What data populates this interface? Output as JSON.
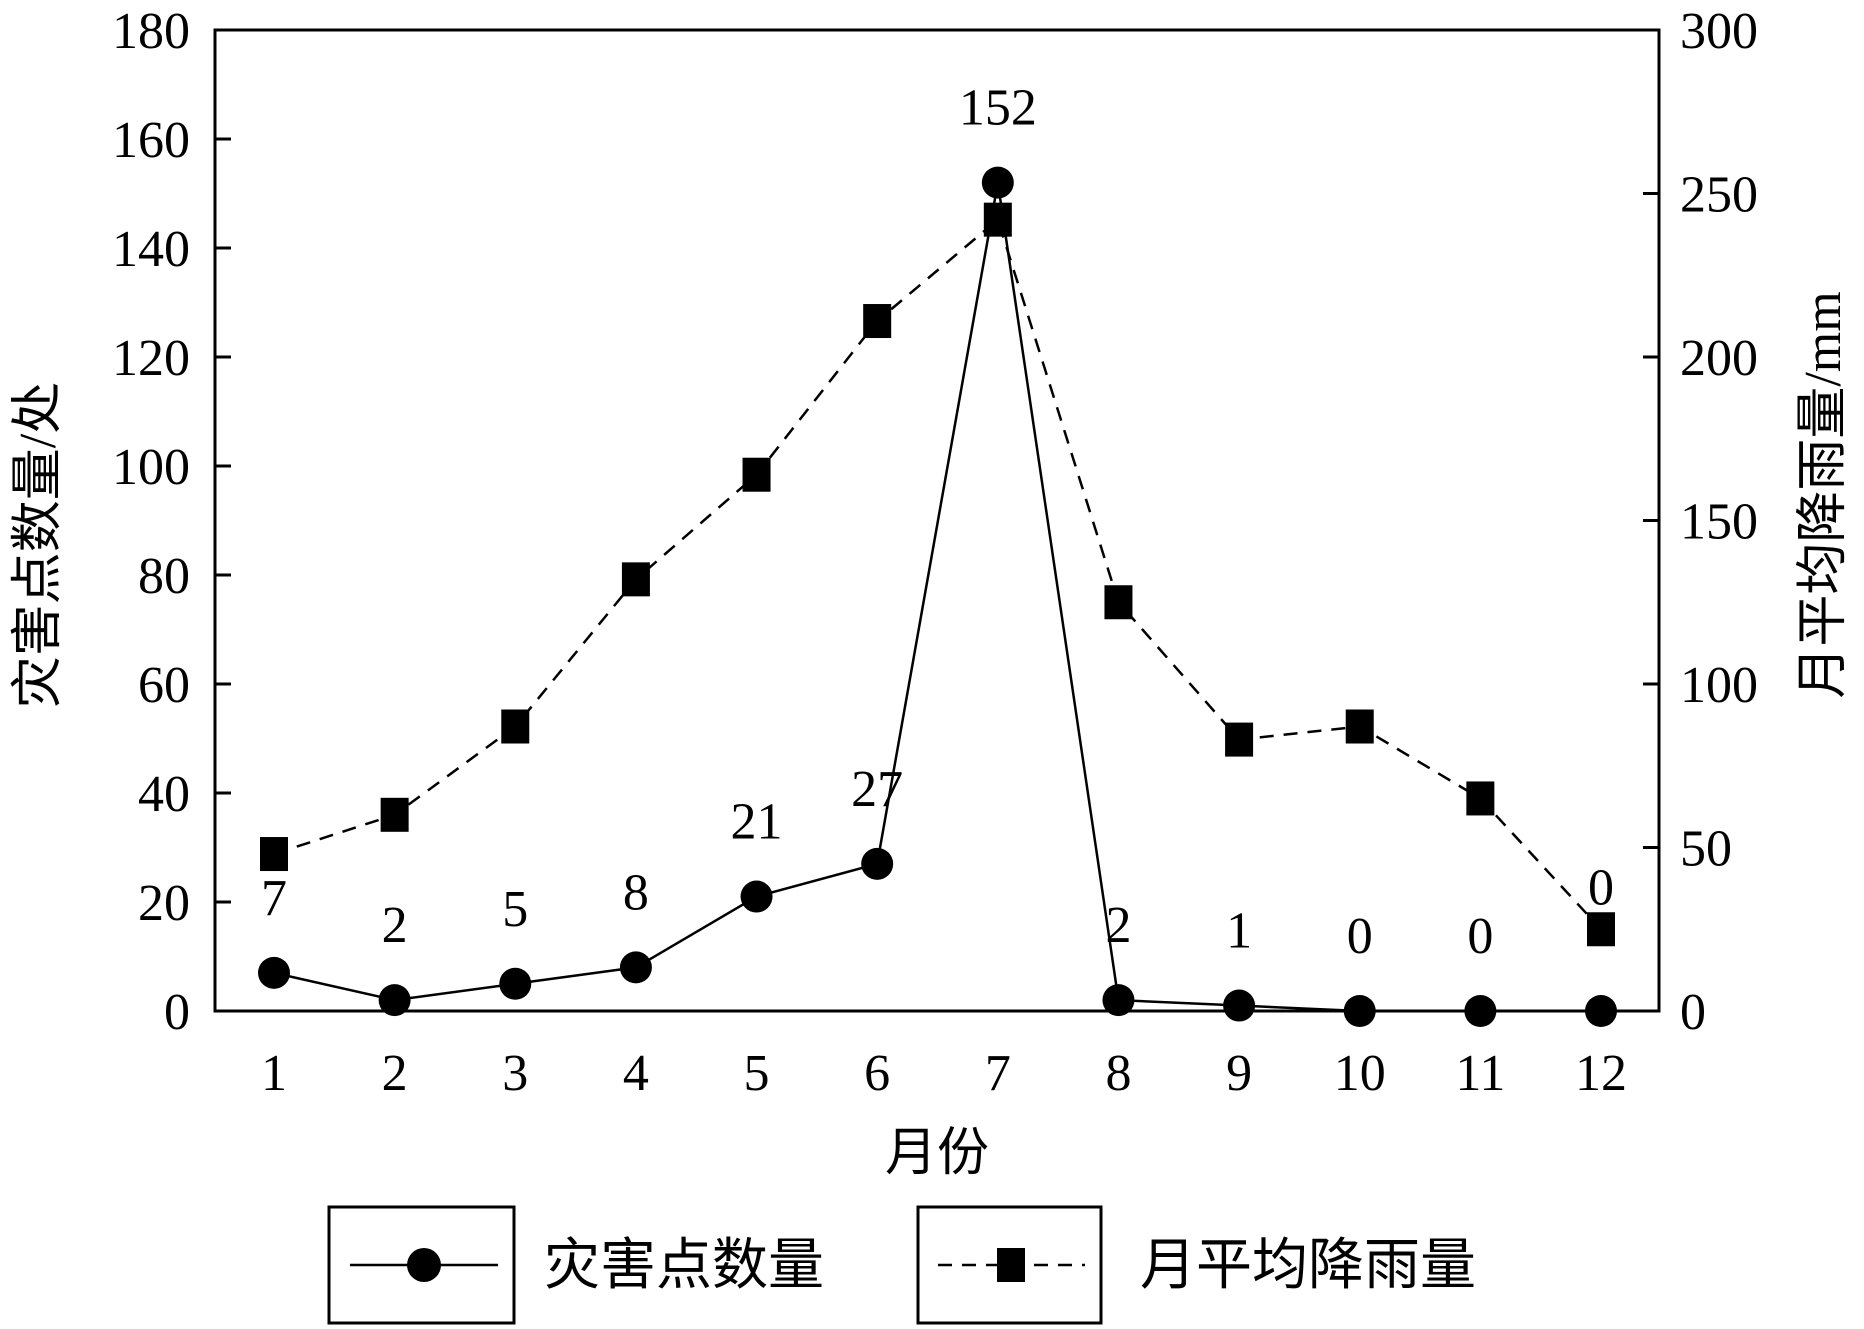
{
  "chart_data": {
    "type": "line",
    "xlabel": "月份",
    "ylabel_left": "灾害点数量/处",
    "ylabel_right": "月平均降雨量/mm",
    "categories": [
      "1",
      "2",
      "3",
      "4",
      "5",
      "6",
      "7",
      "8",
      "9",
      "10",
      "11",
      "12"
    ],
    "ylim_left": [
      0,
      180
    ],
    "yticks_left": [
      "0",
      "20",
      "40",
      "60",
      "80",
      "100",
      "120",
      "140",
      "160",
      "180"
    ],
    "ylim_right": [
      0,
      300
    ],
    "yticks_right": [
      "0",
      "50",
      "100",
      "150",
      "200",
      "250",
      "300"
    ],
    "grid": false,
    "legend_position": "bottom",
    "series": [
      {
        "name": "灾害点数量",
        "axis": "left",
        "style": "solid",
        "marker": "circle",
        "values": [
          7,
          2,
          5,
          8,
          21,
          27,
          152,
          2,
          1,
          0,
          0,
          0
        ],
        "labels": [
          "7",
          "2",
          "5",
          "8",
          "21",
          "27",
          "152",
          "2",
          "1",
          "0",
          "0",
          "0"
        ]
      },
      {
        "name": "月平均降雨量",
        "axis": "right",
        "style": "dashed",
        "marker": "square",
        "values": [
          48,
          60,
          87,
          132,
          164,
          211,
          242,
          125,
          83,
          87,
          65,
          25
        ]
      }
    ]
  },
  "colors": {
    "line": "#000000",
    "background": "#ffffff"
  }
}
